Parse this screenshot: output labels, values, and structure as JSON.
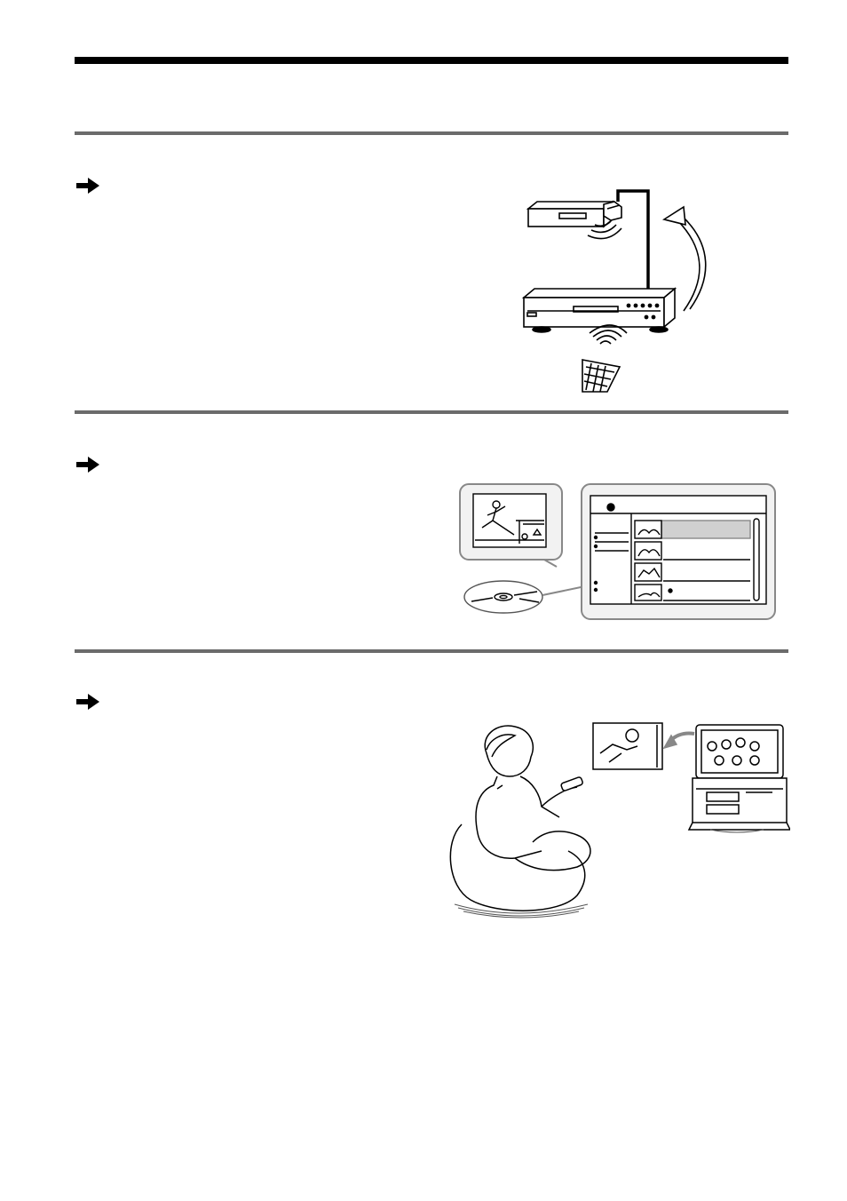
{
  "page": {
    "sections": [
      {
        "name": "section-1"
      },
      {
        "name": "section-2"
      },
      {
        "name": "section-3"
      }
    ]
  },
  "icons": {
    "arrow": "right-arrow-icon"
  },
  "colors": {
    "rule_top": "#000000",
    "rule_section": "#6b6b6b",
    "line_art": "#000000",
    "highlight_row": "#d0d0d0"
  }
}
